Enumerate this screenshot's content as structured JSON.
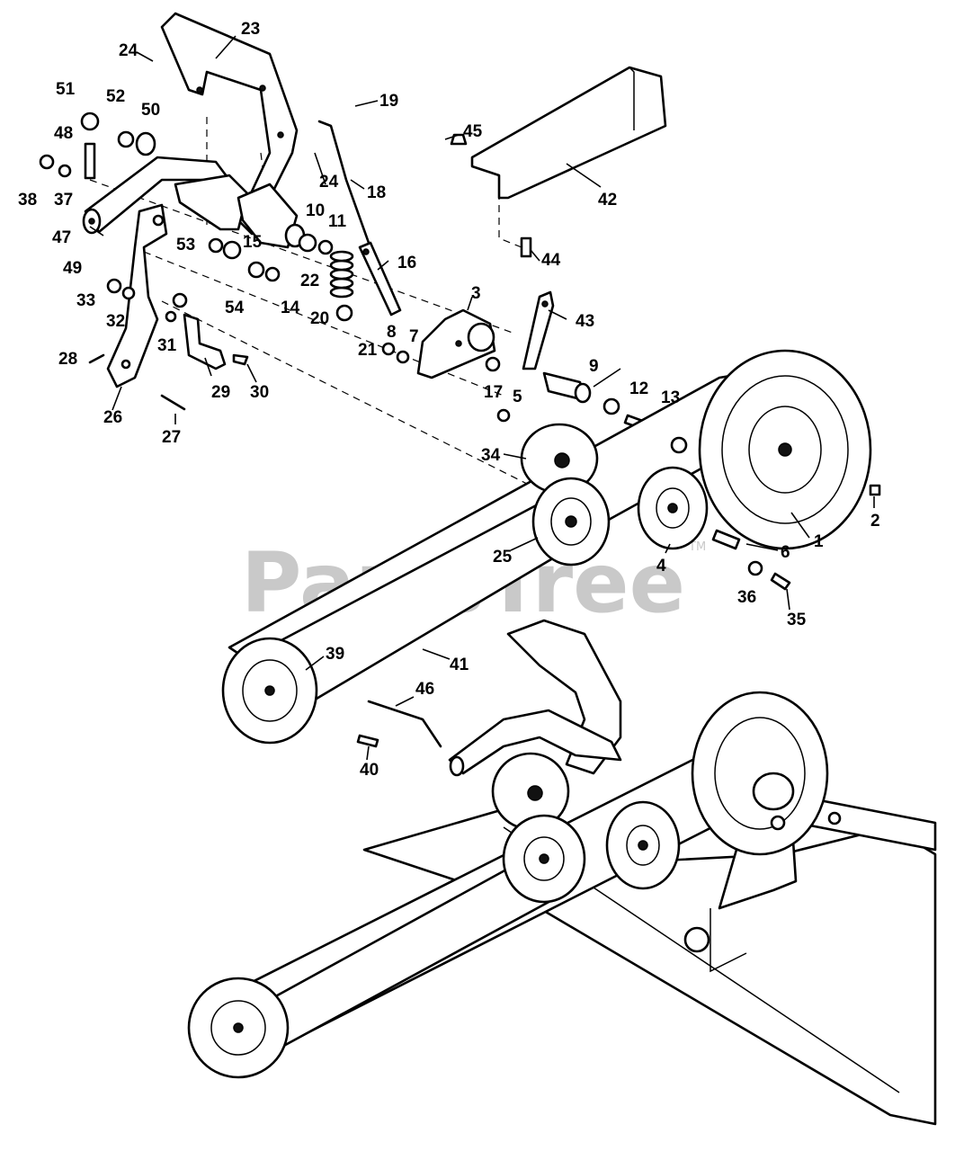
{
  "watermark": {
    "text": "PartsTree",
    "tm": "TM"
  },
  "labels": [
    {
      "n": "23"
    },
    {
      "n": "24"
    },
    {
      "n": "51"
    },
    {
      "n": "52"
    },
    {
      "n": "50"
    },
    {
      "n": "48"
    },
    {
      "n": "38"
    },
    {
      "n": "37"
    },
    {
      "n": "19"
    },
    {
      "n": "24"
    },
    {
      "n": "18"
    },
    {
      "n": "10"
    },
    {
      "n": "11"
    },
    {
      "n": "45"
    },
    {
      "n": "42"
    },
    {
      "n": "47"
    },
    {
      "n": "49"
    },
    {
      "n": "53"
    },
    {
      "n": "54"
    },
    {
      "n": "15"
    },
    {
      "n": "14"
    },
    {
      "n": "22"
    },
    {
      "n": "16"
    },
    {
      "n": "44"
    },
    {
      "n": "33"
    },
    {
      "n": "32"
    },
    {
      "n": "20"
    },
    {
      "n": "21"
    },
    {
      "n": "3"
    },
    {
      "n": "43"
    },
    {
      "n": "8"
    },
    {
      "n": "7"
    },
    {
      "n": "28"
    },
    {
      "n": "31"
    },
    {
      "n": "29"
    },
    {
      "n": "30"
    },
    {
      "n": "17"
    },
    {
      "n": "9"
    },
    {
      "n": "26"
    },
    {
      "n": "27"
    },
    {
      "n": "5"
    },
    {
      "n": "12"
    },
    {
      "n": "13"
    },
    {
      "n": "34"
    },
    {
      "n": "2"
    },
    {
      "n": "25"
    },
    {
      "n": "4"
    },
    {
      "n": "6"
    },
    {
      "n": "1"
    },
    {
      "n": "36"
    },
    {
      "n": "35"
    },
    {
      "n": "39"
    },
    {
      "n": "41"
    },
    {
      "n": "46"
    },
    {
      "n": "40"
    }
  ]
}
